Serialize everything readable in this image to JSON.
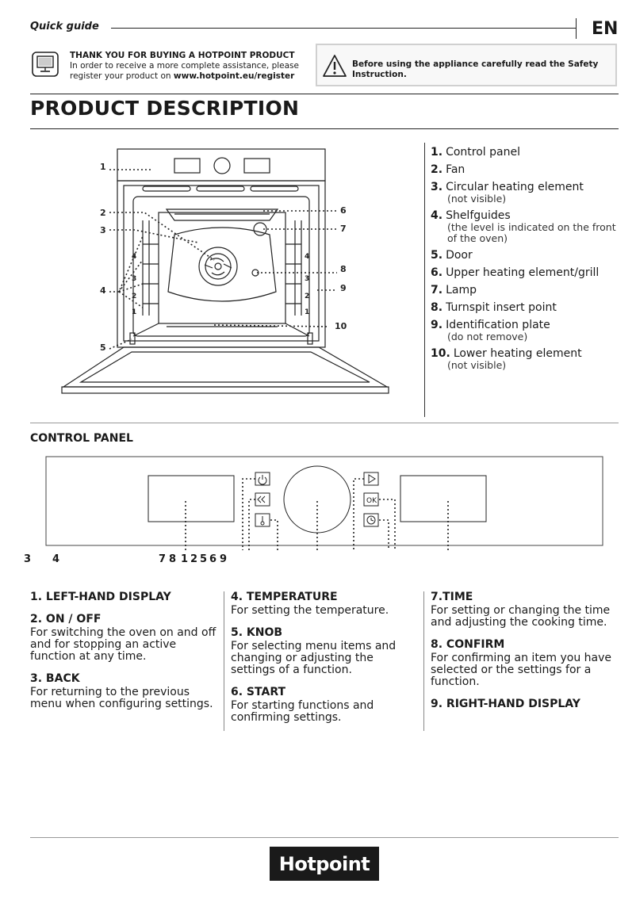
{
  "header": {
    "guide_label": "Quick guide",
    "language": "EN"
  },
  "thanks": {
    "heading": "THANK YOU FOR BUYING A HOTPOINT PRODUCT",
    "line1": "In order to receive a more complete assistance, please",
    "line2_prefix": "register your product on ",
    "url": "www.hotpoint.eu/register"
  },
  "safety": {
    "text": "Before using the appliance carefully read the Safety Instruction."
  },
  "title": "PRODUCT DESCRIPTION",
  "oven_callouts": {
    "left": [
      "1",
      "2",
      "3",
      "4",
      "5"
    ],
    "right": [
      "6",
      "7",
      "8",
      "9",
      "10"
    ],
    "shelf_levels": [
      "4",
      "3",
      "2",
      "1"
    ]
  },
  "parts": [
    {
      "num": "1.",
      "label": "Control panel",
      "note": ""
    },
    {
      "num": "2.",
      "label": "Fan",
      "note": ""
    },
    {
      "num": "3.",
      "label": "Circular heating element",
      "note": "(not visible)"
    },
    {
      "num": "4.",
      "label": "Shelfguides",
      "note": "(the level is indicated on the front of the oven)"
    },
    {
      "num": "5.",
      "label": "Door",
      "note": ""
    },
    {
      "num": "6.",
      "label": "Upper heating element/grill",
      "note": ""
    },
    {
      "num": "7.",
      "label": "Lamp",
      "note": ""
    },
    {
      "num": "8.",
      "label": "Turnspit insert point",
      "note": ""
    },
    {
      "num": "9.",
      "label": "Identification plate",
      "note": "(do not remove)"
    },
    {
      "num": "10.",
      "label": "Lower heating element",
      "note": "(not visible)"
    }
  ],
  "control_panel": {
    "title": "CONTROL PANEL",
    "numbers": [
      "3",
      "4",
      "7",
      "8",
      "1",
      "2",
      "5",
      "6",
      "9"
    ],
    "ok_label": "OK"
  },
  "descriptions": {
    "col1": [
      {
        "title": "1. LEFT-HAND DISPLAY",
        "text": ""
      },
      {
        "title": "2. ON / OFF",
        "text": "For switching the oven on and off and for stopping an active function at any time."
      },
      {
        "title": "3. BACK",
        "text": "For returning to the previous menu when configuring settings."
      }
    ],
    "col2": [
      {
        "title": "4. TEMPERATURE",
        "text": "For setting the temperature."
      },
      {
        "title": "5. KNOB",
        "text": "For selecting menu items and changing or adjusting the settings of a function."
      },
      {
        "title": "6. START",
        "text": "For starting functions and confirming settings."
      }
    ],
    "col3": [
      {
        "title": "7.TIME",
        "text": "For setting or changing the time and adjusting the cooking time."
      },
      {
        "title": "8. CONFIRM",
        "text": "For confirming an item you have selected or the settings for a function."
      },
      {
        "title": "9. RIGHT-HAND DISPLAY",
        "text": ""
      }
    ]
  },
  "brand": "Hotpoint"
}
